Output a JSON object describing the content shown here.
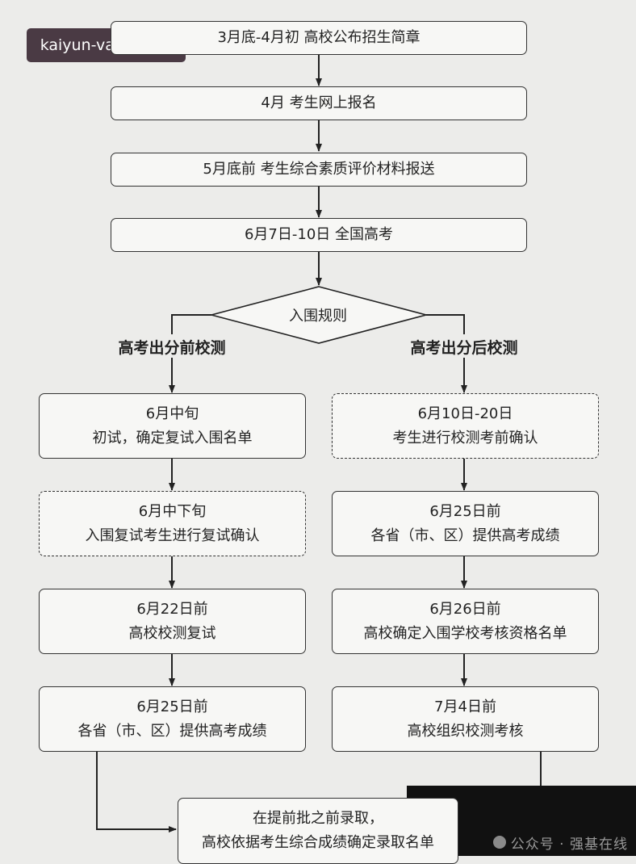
{
  "watermark_top": "kaiyun-vault.com",
  "steps": {
    "s1": "3月底-4月初 高校公布招生简章",
    "s2": "4月 考生网上报名",
    "s3": "5月底前 考生综合素质评价材料报送",
    "s4": "6月7日-10日 全国高考"
  },
  "decision": "入围规则",
  "branches": {
    "left": "高考出分前校测",
    "right": "高考出分后校测"
  },
  "left_column": [
    {
      "line1": "6月中旬",
      "line2": "初试，确定复试入围名单"
    },
    {
      "line1": "6月中下旬",
      "line2": "入围复试考生进行复试确认"
    },
    {
      "line1": "6月22日前",
      "line2": "高校校测复试"
    },
    {
      "line1": "6月25日前",
      "line2": "各省（市、区）提供高考成绩"
    }
  ],
  "right_column": [
    {
      "line1": "6月10日-20日",
      "line2": "考生进行校测考前确认"
    },
    {
      "line1": "6月25日前",
      "line2": "各省（市、区）提供高考成绩"
    },
    {
      "line1": "6月26日前",
      "line2": "高校确定入围学校考核资格名单"
    },
    {
      "line1": "7月4日前",
      "line2": "高校组织校测考核"
    }
  ],
  "final": {
    "line1": "在提前批之前录取，",
    "line2": "高校依据考生综合成绩确定录取名单"
  },
  "watermark_bottom": "公众号 · 强基在线"
}
